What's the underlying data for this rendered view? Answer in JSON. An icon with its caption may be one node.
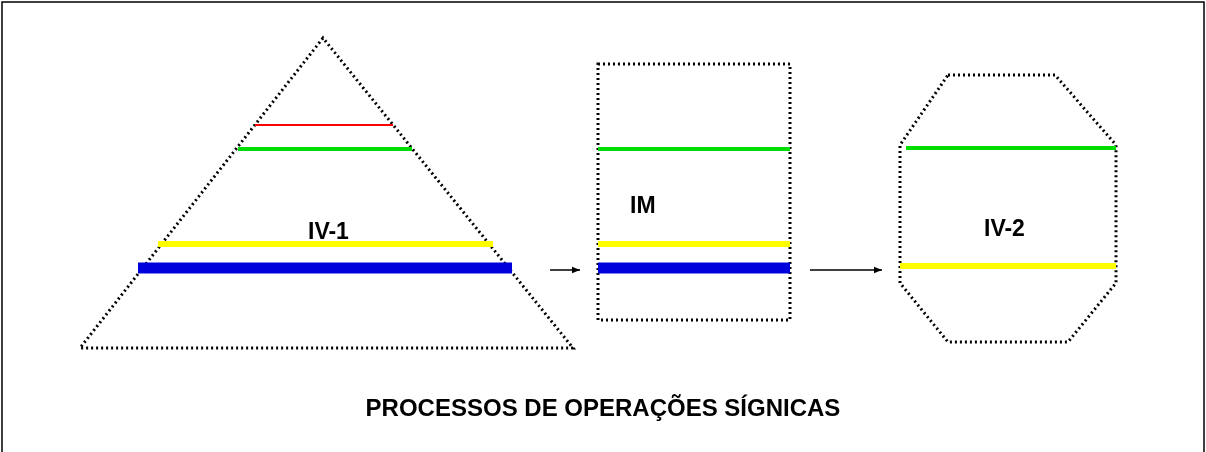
{
  "diagram": {
    "caption": "PROCESSOS DE OPERAÇÕES SÍGNICAS",
    "nodes": [
      {
        "text": [
          "IV-1"
        ]
      },
      {
        "text": [
          "IM"
        ]
      },
      {
        "text": [
          "IV-2"
        ]
      }
    ],
    "edges": [
      {
        "from": 0,
        "to": 1,
        "arrow": "to"
      },
      {
        "from": 1,
        "to": 2,
        "arrow": "to"
      }
    ]
  }
}
